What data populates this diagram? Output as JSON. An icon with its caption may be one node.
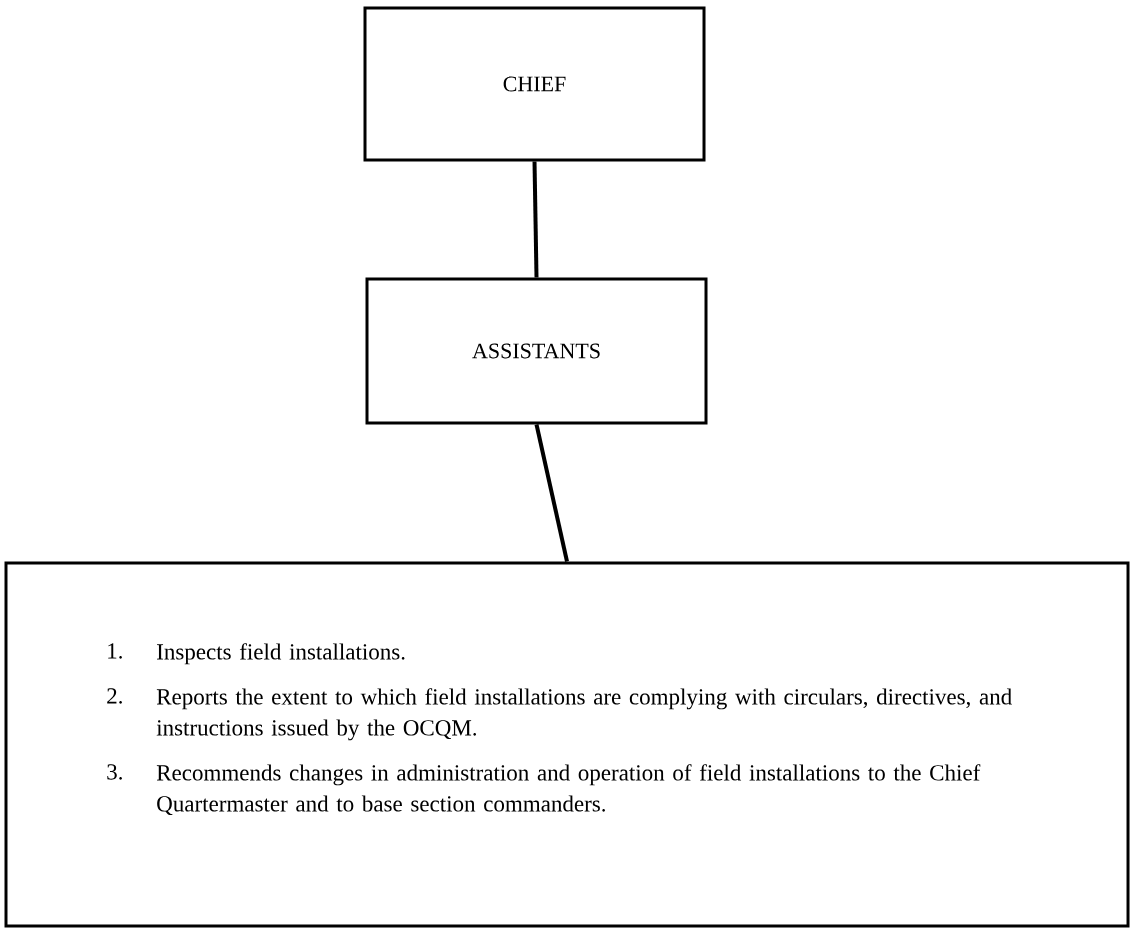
{
  "diagram": {
    "nodes": [
      {
        "text": [
          "CHIEF"
        ]
      },
      {
        "text": [
          "ASSISTANTS"
        ]
      },
      {
        "text": [
          "1.",
          "Inspects field installations.",
          "2.",
          "Reports the extent to which field installations are complying with circulars, directives, and instructions issued by the OCQM.",
          "3.",
          "Recommends changes in administration and operation of field installations to the Chief Quartermaster and to base section commanders."
        ]
      }
    ],
    "edges": [
      {
        "from": 0,
        "to": 1,
        "arrow": "none"
      },
      {
        "from": 1,
        "to": 2,
        "arrow": "none"
      }
    ]
  }
}
